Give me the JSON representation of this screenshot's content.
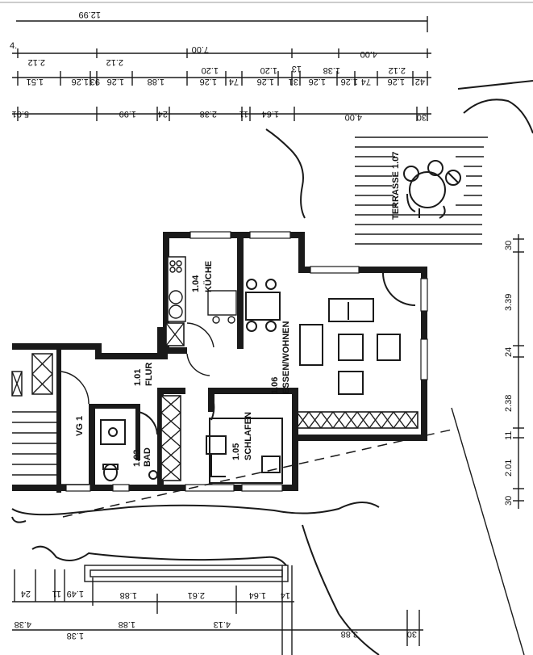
{
  "rooms": [
    {
      "number": "1.01",
      "name": "FLUR"
    },
    {
      "number": "1.03",
      "name": "BAD"
    },
    {
      "number": "1.04",
      "name": "KÜCHE"
    },
    {
      "number": "1.05",
      "name": "SCHLAFEN"
    },
    {
      "number": "1.06",
      "name": "ESSEN/WOHNEN"
    }
  ],
  "terrace_label": "TERRASSE 1.07",
  "stair_label": "VG 1",
  "dims_top": {
    "overall": "12.99",
    "row2": [
      "4.",
      "2.12",
      "2.12",
      "7.00",
      "1.20",
      "1.20",
      "4.00",
      "2.12",
      "13"
    ],
    "row3": [
      "1.51",
      "1.26",
      "93",
      "1.26",
      "1.88",
      "1.26",
      "74",
      "1.26",
      "1.26",
      "1.38",
      "31",
      "1.26",
      "74",
      "1.26",
      "42"
    ],
    "row4": [
      "5.01",
      "1.99",
      "24",
      "2.38",
      "11",
      "1.64",
      "4.00",
      "30"
    ]
  },
  "dims_right": [
    "30",
    "3.39",
    "24",
    "2.38",
    "11",
    "2.01",
    "30"
  ],
  "dims_bottom": {
    "row1": [
      "24",
      "1.49",
      "11",
      "1.88",
      "2.61",
      "1.64",
      "14"
    ],
    "row2": [
      "4.38",
      "1.38",
      "1.88",
      "4.13",
      "3.88",
      "30"
    ]
  }
}
